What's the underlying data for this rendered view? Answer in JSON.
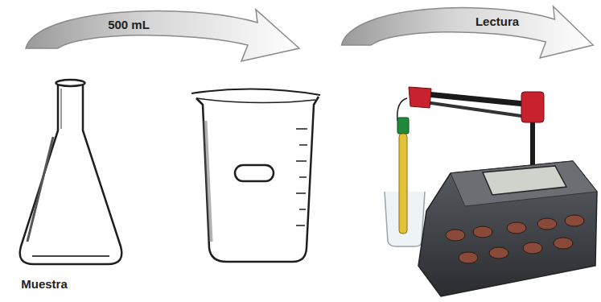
{
  "diagram": {
    "labels": [
      "500 mL",
      "Lectura",
      "Muestra"
    ]
  }
}
